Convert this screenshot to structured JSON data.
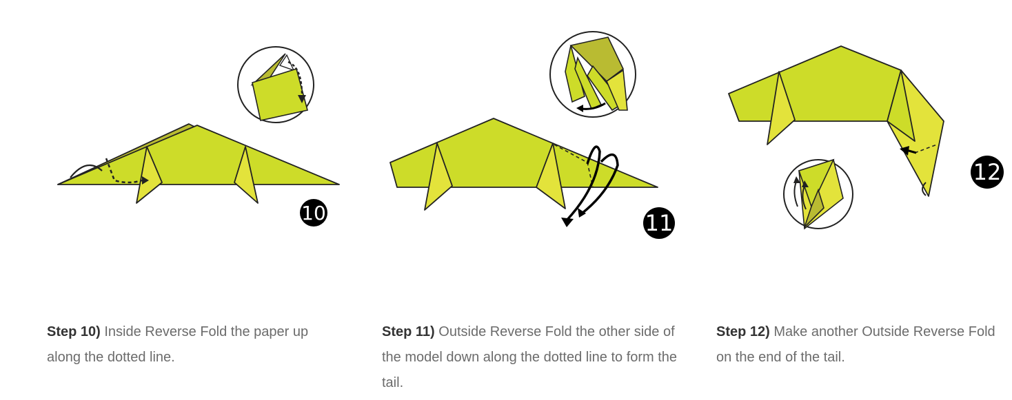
{
  "colors": {
    "paper_main": "#cddc29",
    "paper_light": "#e3e33b",
    "paper_dark": "#b9bb32",
    "outline": "#222222",
    "badge": "#000000",
    "step_label": "#333333",
    "text": "#6b6b6b"
  },
  "steps": [
    {
      "number": "10",
      "label": "Step 10)",
      "text": " Inside Reverse Fold the paper up along the dotted line."
    },
    {
      "number": "11",
      "label": "Step 11)",
      "text": " Outside Reverse Fold the other side of the model down along the dotted line to form the tail."
    },
    {
      "number": "12",
      "label": "Step 12)",
      "text": " Make another Outside Reverse Fold on the end of the tail."
    }
  ]
}
